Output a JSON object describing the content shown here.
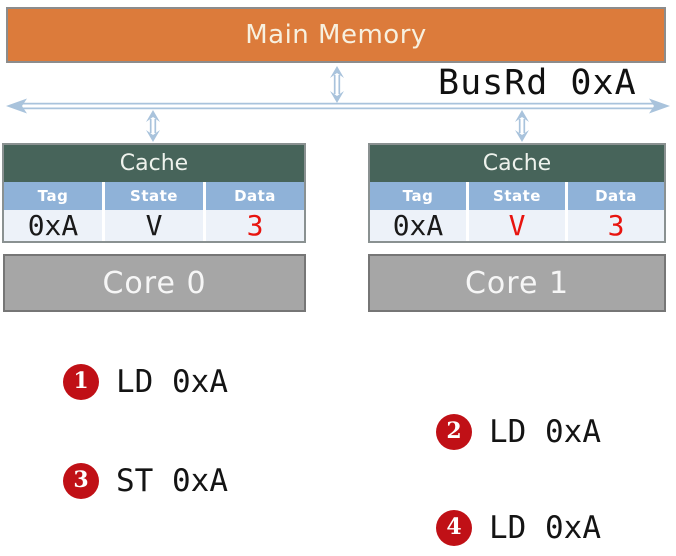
{
  "memory": {
    "label": "Main Memory"
  },
  "bus": {
    "label": "BusRd 0xA"
  },
  "caches": [
    {
      "title": "Cache",
      "columns": [
        "Tag",
        "State",
        "Data"
      ],
      "row": {
        "tag": "0xA",
        "state": "V",
        "data": "3"
      },
      "value_colors": {
        "tag": "#1a1a1a",
        "state": "#1a1a1a",
        "data": "#e8140f"
      }
    },
    {
      "title": "Cache",
      "columns": [
        "Tag",
        "State",
        "Data"
      ],
      "row": {
        "tag": "0xA",
        "state": "V",
        "data": "3"
      },
      "value_colors": {
        "tag": "#1a1a1a",
        "state": "#e8140f",
        "data": "#e8140f"
      }
    }
  ],
  "cores": [
    {
      "label": "Core 0"
    },
    {
      "label": "Core 1"
    }
  ],
  "operations": [
    {
      "number": "1",
      "label": "LD 0xA"
    },
    {
      "number": "2",
      "label": "LD 0xA"
    },
    {
      "number": "3",
      "label": "ST 0xA"
    },
    {
      "number": "4",
      "label": "LD 0xA"
    }
  ],
  "colors": {
    "memory_fill": "#dc7b3b",
    "cache_header_fill": "#47645a",
    "table_header_fill": "#8fb2d8",
    "table_row_fill": "#edf2f9",
    "core_fill": "#a6a6a6",
    "arrow": "#a9c3dc",
    "badge_red": "#c01016",
    "value_red": "#e8140f"
  }
}
